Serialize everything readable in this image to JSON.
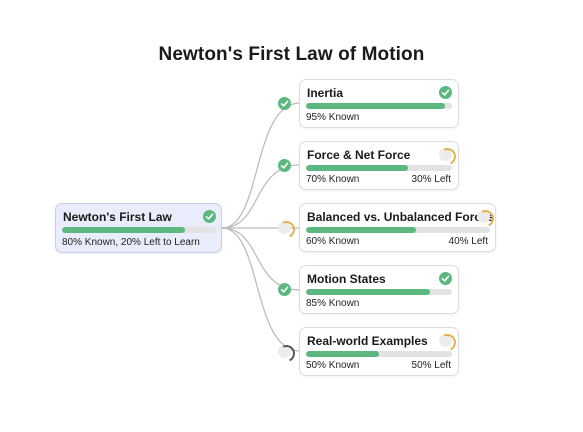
{
  "title": "Newton's First Law of Motion",
  "root": {
    "title": "Newton's First Law",
    "progress": 0.8,
    "status": "check-icon",
    "summary": "80% Known, 20% Left to Learn"
  },
  "children": [
    {
      "title": "Inertia",
      "progress": 0.95,
      "known": "95% Known",
      "left": "",
      "status": "check-icon",
      "connector_status": "check-icon"
    },
    {
      "title": "Force & Net Force",
      "progress": 0.7,
      "known": "70% Known",
      "left": "30% Left",
      "status": "progress-ring-icon",
      "connector_status": "check-icon"
    },
    {
      "title": "Balanced vs. Unbalanced Forces",
      "progress": 0.6,
      "known": "60% Known",
      "left": "40% Left",
      "status": "progress-ring-icon",
      "connector_status": "progress-ring-icon"
    },
    {
      "title": "Motion States",
      "progress": 0.85,
      "known": "85% Known",
      "left": "",
      "status": "check-icon",
      "connector_status": "check-icon"
    },
    {
      "title": "Real-world Examples",
      "progress": 0.5,
      "known": "50% Known",
      "left": "50% Left",
      "status": "progress-ring-icon",
      "connector_status": "progress-ring-icon-dark"
    }
  ],
  "colors": {
    "progress_fill": "#5cb87e",
    "progress_track": "#e3e3e3",
    "root_bg": "#e9ecfa",
    "in_progress_ring": "#e8b04c"
  }
}
